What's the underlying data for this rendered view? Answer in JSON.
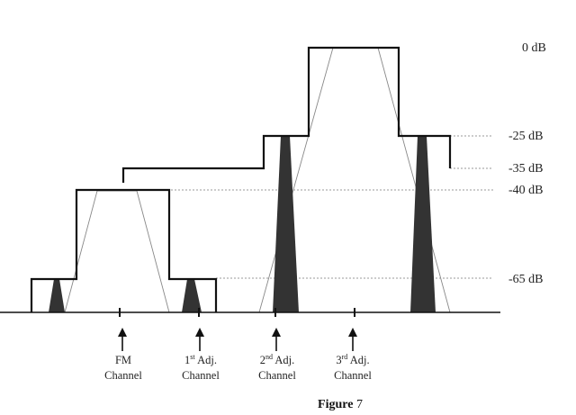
{
  "levels": [
    "0 dB",
    "-25 dB",
    "-35 dB",
    "-40 dB",
    "-65 dB"
  ],
  "channels": [
    {
      "line1": "FM",
      "line2": "Channel"
    },
    {
      "base": "1",
      "sup": "st",
      "rest": " Adj.",
      "line2": "Channel"
    },
    {
      "base": "2",
      "sup": "nd",
      "rest": " Adj.",
      "line2": "Channel"
    },
    {
      "base": "3",
      "sup": "rd",
      "rest": " Adj.",
      "line2": "Channel"
    }
  ],
  "figure": {
    "word": "Figure",
    "num": " 7"
  },
  "colors": {
    "ink": "#111111",
    "fill": "#333333",
    "dotted": "#9a9a9a"
  }
}
